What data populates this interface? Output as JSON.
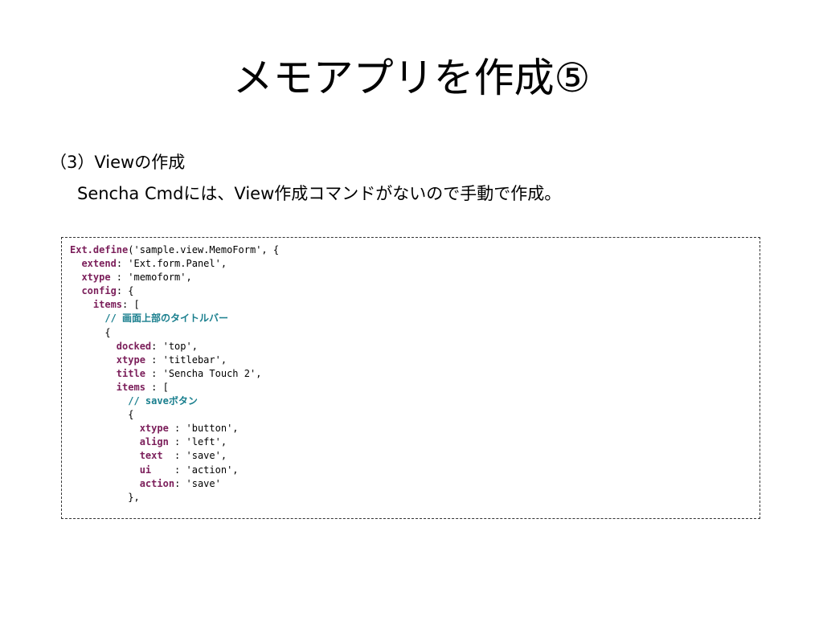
{
  "slide": {
    "title": "メモアプリを作成⑤",
    "heading": "（3）Viewの作成",
    "subtext": "Sencha Cmdには、View作成コマンドがないので手動で作成。"
  },
  "colors": {
    "keyword": "#7b1e5a",
    "comment": "#1a7f8e",
    "text": "#000000",
    "border": "#333333"
  },
  "code": [
    {
      "indent": "",
      "kw": "Ext.define",
      "rest": "('sample.view.MemoForm', {"
    },
    {
      "indent": "  ",
      "kw": "extend",
      "rest": ": 'Ext.form.Panel',"
    },
    {
      "indent": "  ",
      "kw": "xtype",
      "rest": " : 'memoform',"
    },
    {
      "indent": "  ",
      "kw": "config",
      "rest": ": {"
    },
    {
      "indent": "    ",
      "kw": "items",
      "rest": ": ["
    },
    {
      "indent": "      ",
      "comment": "// 画面上部のタイトルバー"
    },
    {
      "indent": "      ",
      "rest": "{"
    },
    {
      "indent": "        ",
      "kw": "docked",
      "rest": ": 'top',"
    },
    {
      "indent": "        ",
      "kw": "xtype",
      "rest": " : 'titlebar',"
    },
    {
      "indent": "        ",
      "kw": "title",
      "rest": " : 'Sencha Touch 2',"
    },
    {
      "indent": "        ",
      "kw": "items",
      "rest": " : ["
    },
    {
      "indent": "          ",
      "comment": "// saveボタン"
    },
    {
      "indent": "          ",
      "rest": "{"
    },
    {
      "indent": "            ",
      "kw": "xtype",
      "rest": " : 'button',"
    },
    {
      "indent": "            ",
      "kw": "align",
      "rest": " : 'left',"
    },
    {
      "indent": "            ",
      "kw": "text",
      "rest": "  : 'save',"
    },
    {
      "indent": "            ",
      "kw": "ui",
      "rest": "    : 'action',"
    },
    {
      "indent": "            ",
      "kw": "action",
      "rest": ": 'save'"
    },
    {
      "indent": "          ",
      "rest": "},"
    }
  ]
}
